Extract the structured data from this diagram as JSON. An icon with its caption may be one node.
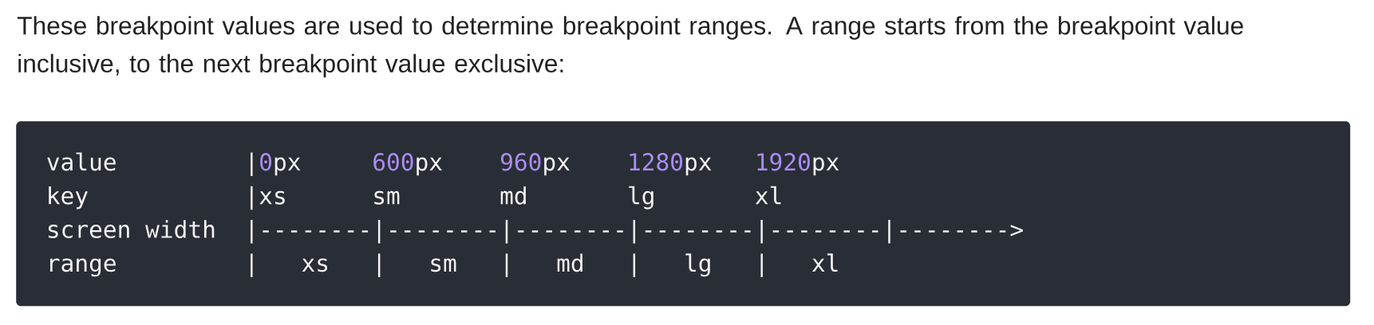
{
  "diagram": {
    "nodes": [
      {
        "text": [
          "value",
          "|",
          "0",
          "px",
          "600",
          "px",
          "960",
          "px",
          "1280",
          "px",
          "1920",
          "px",
          "key",
          "|xs",
          "sm",
          "md",
          "lg",
          "xl",
          "screen width",
          "|--------|--------|--------|--------|--------|-------->",
          "range",
          "|",
          "xs",
          "|",
          "sm",
          "|",
          "md",
          "|",
          "lg",
          "|",
          "xl"
        ]
      }
    ],
    "labels": [
      "These breakpoint values are used to determine breakpoint ranges. A range starts from the breakpoint value inclusive, to the next breakpoint value exclusive:"
    ]
  }
}
